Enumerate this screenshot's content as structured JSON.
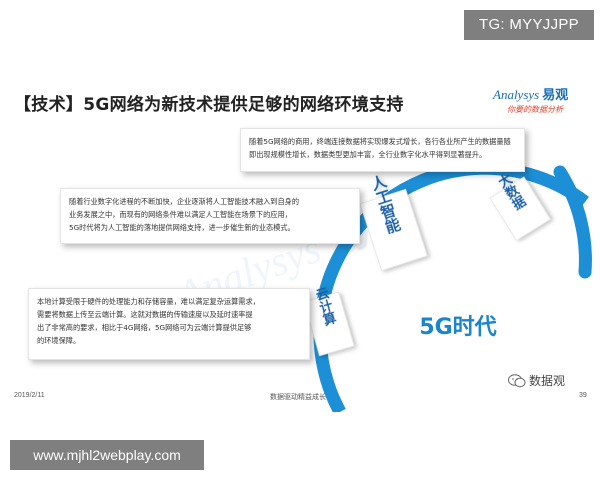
{
  "watermark_top": "TG: MYYJJPP",
  "watermark_bottom": "www.mjhl2webplay.com",
  "slide": {
    "title": "【技术】5G网络为新技术提供足够的网络环境支持",
    "brand": {
      "latin": "Analysys",
      "cn": "易观",
      "tagline": "你要的数据分析"
    },
    "background_watermark": "Analysys 易观",
    "boxes": [
      {
        "lines": [
          "随着5G网络的商用，终端连接数据将实现爆发式增长，各行各业所产生的数据量随",
          "即出现规模性增长，数据类型更加丰富，全行业数字化水平得到显著提升。"
        ]
      },
      {
        "lines": [
          "随着行业数字化进程的不断加快，企业逐渐将人工智能技术融入到自身的",
          "业务发展之中，而现有的网络条件难以满足人工智能在场景下的应用，",
          "5G时代将为人工智能的落地提供网络支持，进一步催生新的业态模式。"
        ]
      },
      {
        "lines": [
          "本地计算受限于硬件的处理能力和存储容量，难以满足复杂运算需求，",
          "需要将数据上传至云端计算。这就对数据的传输速度以及延时速率提",
          "出了非常高的要求，相比于4G网络，5G网络可为云端计算提供足够",
          "的环境保障。"
        ]
      }
    ],
    "tags": [
      "云计算",
      "人工智能",
      "大数据"
    ],
    "center_label": "5G时代",
    "footer": {
      "date": "2019/2/11",
      "center": "数据驱动精益成长",
      "page": "39"
    },
    "wechat_label": "数据观"
  },
  "colors": {
    "arc_blue": "#1c8fd6",
    "tag_blue": "#1560a8",
    "center_blue": "#1a84cf"
  }
}
